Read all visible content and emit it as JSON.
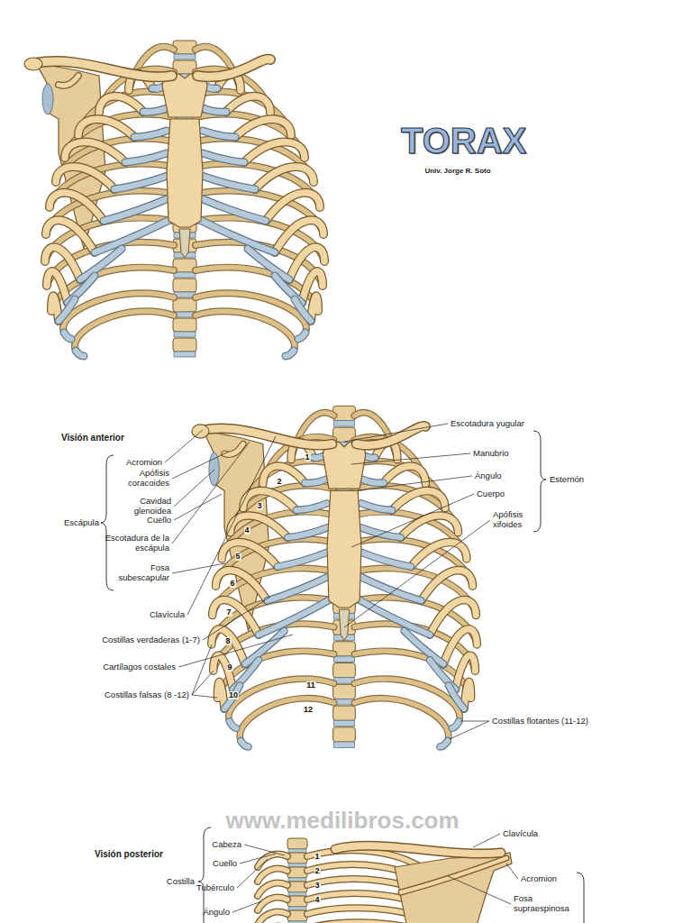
{
  "diagram": {
    "title": "TORAX",
    "labels": [
      "Univ. Jorge R. Soto",
      "Visión anterior",
      "Acromion",
      "Apófisis coracoides",
      "Cavidad glenoidea",
      "Cuello",
      "Escotadura de la escápula",
      "Fosa subescapular",
      "Escápula",
      "Clavícula",
      "Costillas verdaderas (1-7)",
      "Cartílagos costales",
      "Costillas falsas (8 -12)",
      "1",
      "2",
      "3",
      "4",
      "5",
      "6",
      "7",
      "8",
      "9",
      "10",
      "11",
      "12",
      "Escotadura yugular",
      "Manubrio",
      "Ángulo",
      "Cuerpo",
      "Apófisis xifoides",
      "Esternón",
      "Costillas flotantes (11-12)",
      "www.medilibros.com",
      "Visión posterior",
      "Cabeza",
      "Cuello",
      "Tubérculo",
      "Ángulo",
      "Costilla",
      "1",
      "2",
      "3",
      "4",
      "Clavícula",
      "Acromion",
      "Fosa supraespinosa"
    ]
  }
}
